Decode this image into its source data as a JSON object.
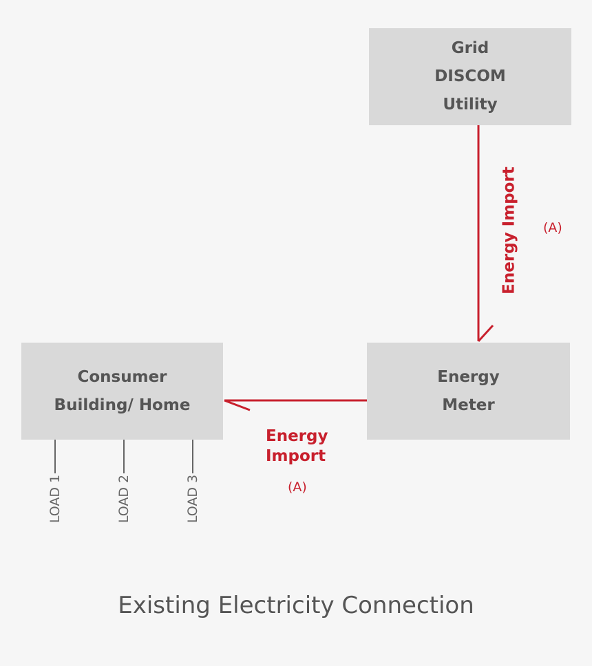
{
  "nodes": {
    "grid": [
      "Grid",
      "DISCOM",
      "Utility"
    ],
    "meter": [
      "Energy",
      "Meter"
    ],
    "consumer": [
      "Consumer",
      "Building/ Home"
    ]
  },
  "flows": {
    "grid_to_meter": {
      "label": "Energy Import",
      "tag": "(A)"
    },
    "meter_to_consumer": {
      "label_lines": [
        "Energy",
        "Import"
      ],
      "tag": "(A)"
    }
  },
  "loads": [
    "LOAD 1",
    "LOAD 2",
    "LOAD 3"
  ],
  "caption": "Existing Electricity Connection",
  "colors": {
    "background": "#f6f6f6",
    "box": "#d9d9d9",
    "box_text": "#555555",
    "flow": "#c8202d",
    "load_line": "#666666"
  }
}
